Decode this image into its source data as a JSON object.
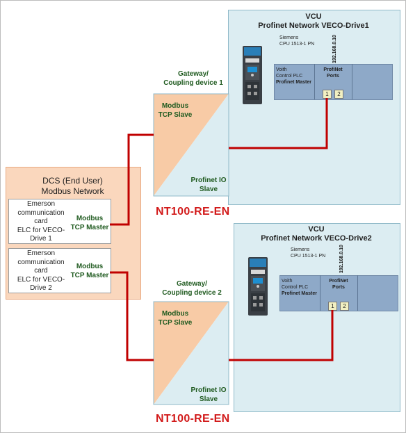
{
  "dcs": {
    "title_line1": "DCS (End User)",
    "title_line2": "Modbus Network",
    "card1": {
      "lines": [
        "Emerson",
        "communication",
        "card",
        "ELC for VECO-",
        "Drive 1"
      ],
      "role_line1": "Modbus",
      "role_line2": "TCP Master"
    },
    "card2": {
      "lines": [
        "Emerson",
        "communication",
        "card",
        "ELC for VECO-",
        "Drive 2"
      ],
      "role_line1": "Modbus",
      "role_line2": "TCP Master"
    }
  },
  "gateway1": {
    "heading_line1": "Gateway/",
    "heading_line2": "Coupling device 1",
    "top_line1": "Modbus",
    "top_line2": "TCP Slave",
    "bottom_line1": "Profinet IO",
    "bottom_line2": "Slave",
    "product": "NT100-RE-EN"
  },
  "gateway2": {
    "heading_line1": "Gateway/",
    "heading_line2": "Coupling device 2",
    "top_line1": "Modbus",
    "top_line2": "TCP Slave",
    "bottom_line1": "Profinet IO",
    "bottom_line2": "Slave",
    "product": "NT100-RE-EN"
  },
  "vcu1": {
    "title_line1": "VCU",
    "title_line2": "Profinet Network VECO-Drive1",
    "cpu_line1": "Siemens",
    "cpu_line2": "CPU 1513-1 PN",
    "ip": "192.168.0.10",
    "plc_line1": "Voith",
    "plc_line2": "Control PLC",
    "plc_line3": "Profinet Master",
    "ports_line1": "ProfiNet",
    "ports_line2": "Ports",
    "port1": "1",
    "port2": "2"
  },
  "vcu2": {
    "title_line1": "VCU",
    "title_line2": "Profinet Network VECO-Drive2",
    "cpu_line1": "Siemens",
    "cpu_line2": "CPU 1513-1 PN",
    "ip": "192.168.0.10",
    "plc_line1": "Voith",
    "plc_line2": "Control PLC",
    "plc_line3": "Profinet Master",
    "ports_line1": "ProfiNet",
    "ports_line2": "Ports",
    "port1": "1",
    "port2": "2"
  },
  "colors": {
    "cable": "#c00000",
    "gateway_modbus": "#f8cba6",
    "gateway_profinet": "#dcedf2",
    "vcu_bg": "#dcedf2",
    "dcs_bg": "#fad7bd",
    "label_green": "#1f5a1f",
    "product_red": "#d21a1a"
  }
}
